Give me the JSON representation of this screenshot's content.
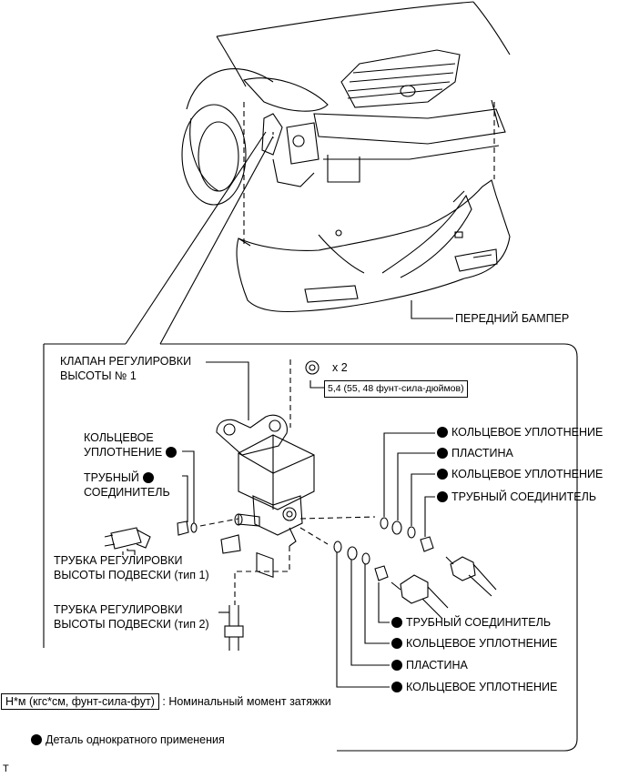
{
  "labels": {
    "front_bumper": "ПЕРЕДНИЙ БАМПЕР",
    "valve_line1": "КЛАПАН РЕГУЛИРОВКИ",
    "valve_line2": "ВЫСОТЫ № 1",
    "qty": "x 2",
    "torque": "5,4 (55, 48 фунт-сила-дюймов)",
    "left_oring_1": "КОЛЬЦЕВОЕ",
    "left_oring_2": "УПЛОТНЕНИЕ",
    "left_union_1": "ТРУБНЫЙ",
    "left_union_2": "СОЕДИНИТЕЛЬ",
    "tube1_line1": "ТРУБКА РЕГУЛИРОВКИ",
    "tube1_line2": "ВЫСОТЫ ПОДВЕСКИ (тип 1)",
    "tube2_line1": "ТРУБКА РЕГУЛИРОВКИ",
    "tube2_line2": "ВЫСОТЫ ПОДВЕСКИ (тип 2)",
    "r1": "КОЛЬЦЕВОЕ УПЛОТНЕНИЕ",
    "r2": "ПЛАСТИНА",
    "r3": "КОЛЬЦЕВОЕ УПЛОТНЕНИЕ",
    "r4": "ТРУБНЫЙ СОЕДИНИТЕЛЬ",
    "b1": "ТРУБНЫЙ СОЕДИНИТЕЛЬ",
    "b2": "КОЛЬЦЕВОЕ УПЛОТНЕНИЕ",
    "b3": "ПЛАСТИНА",
    "b4": "КОЛЬЦЕВОЕ УПЛОТНЕНИЕ",
    "legend_torque_box": "Н*м (кгс*см, фунт-сила-фут)",
    "legend_torque_text": ": Номинальный момент затяжки",
    "legend_part": "Деталь однократного применения",
    "footer": "T"
  }
}
